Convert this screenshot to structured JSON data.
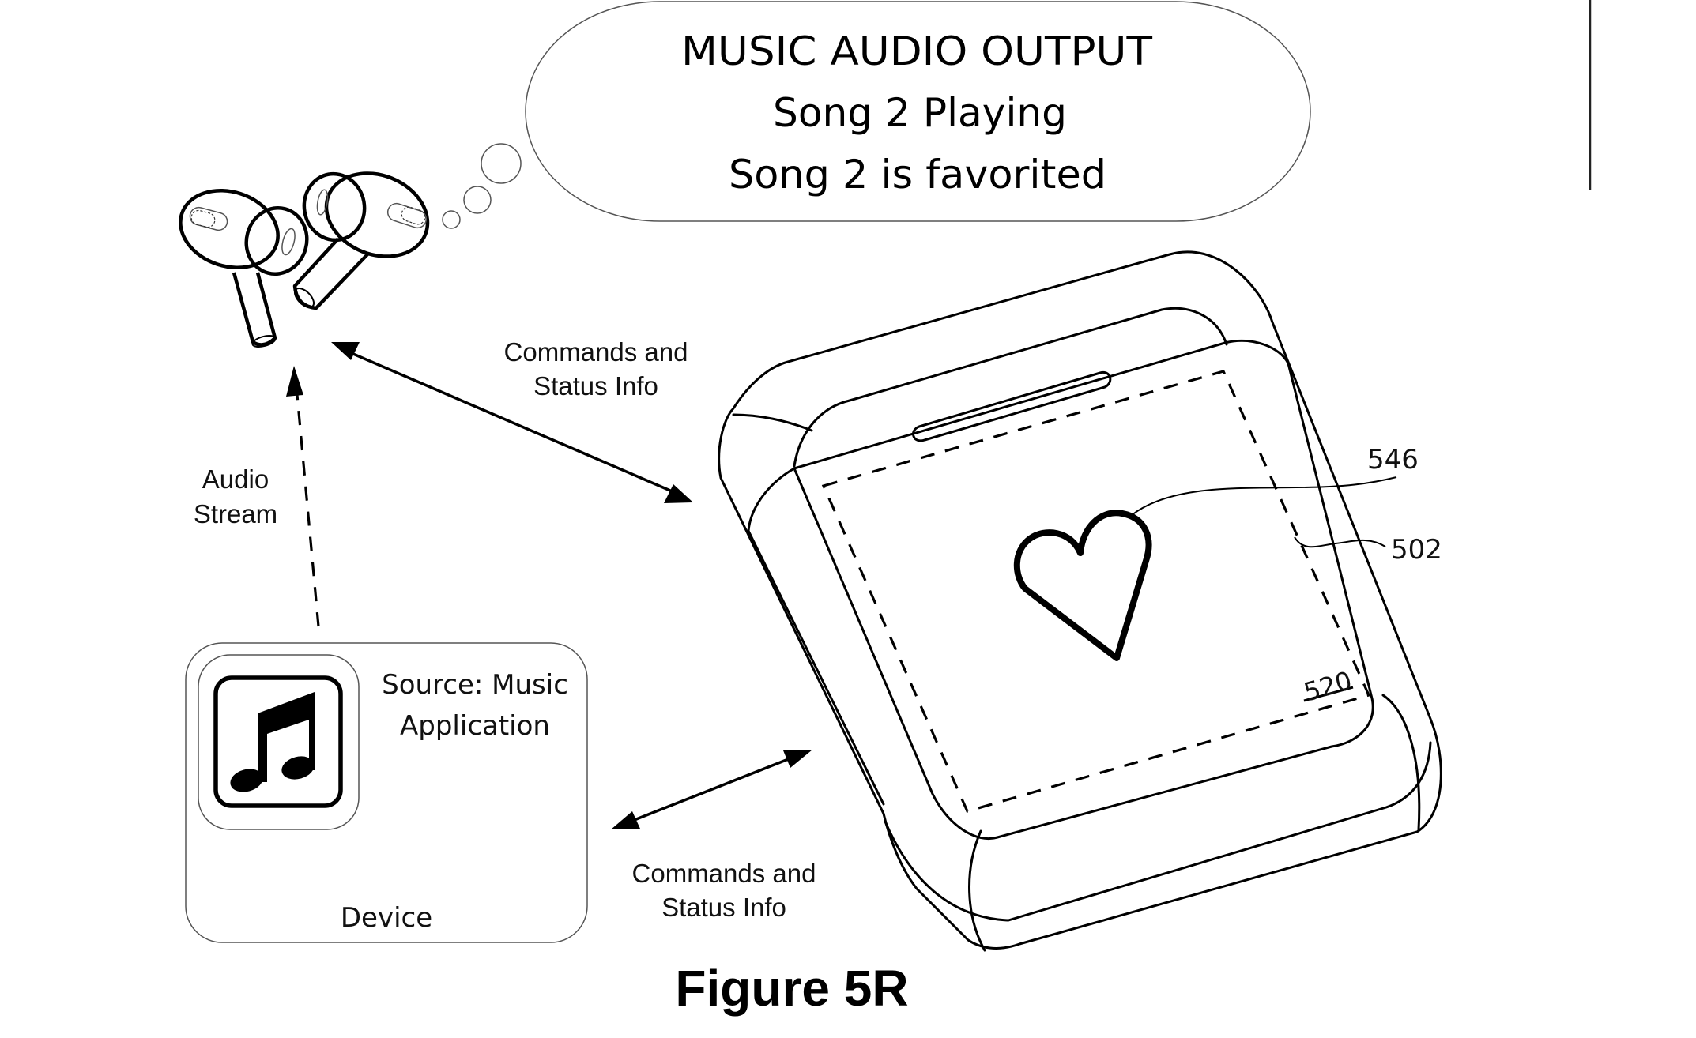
{
  "figure": {
    "title": "Figure 5R"
  },
  "speech_bubble": {
    "lines": [
      "MUSIC AUDIO OUTPUT",
      "Song 2 Playing",
      "Song 2 is favorited"
    ]
  },
  "arrows": {
    "audio_stream": {
      "lines": [
        "Audio",
        "Stream"
      ],
      "style": "dashed",
      "direction": "device-to-earbuds"
    },
    "earbuds_case": {
      "lines": [
        "Commands and",
        "Status Info"
      ],
      "style": "solid",
      "direction": "bidirectional"
    },
    "device_case": {
      "lines": [
        "Commands and",
        "Status Info"
      ],
      "style": "solid",
      "direction": "bidirectional"
    }
  },
  "device_box": {
    "source_lines": [
      "Source: Music",
      "Application"
    ],
    "label": "Device",
    "icon": "music-note-icon"
  },
  "earbuds": {
    "icon": "earbuds-icon"
  },
  "charging_case": {
    "icon": "heart-icon",
    "reference_numerals": {
      "heart": "546",
      "case": "502",
      "display": "520"
    }
  }
}
